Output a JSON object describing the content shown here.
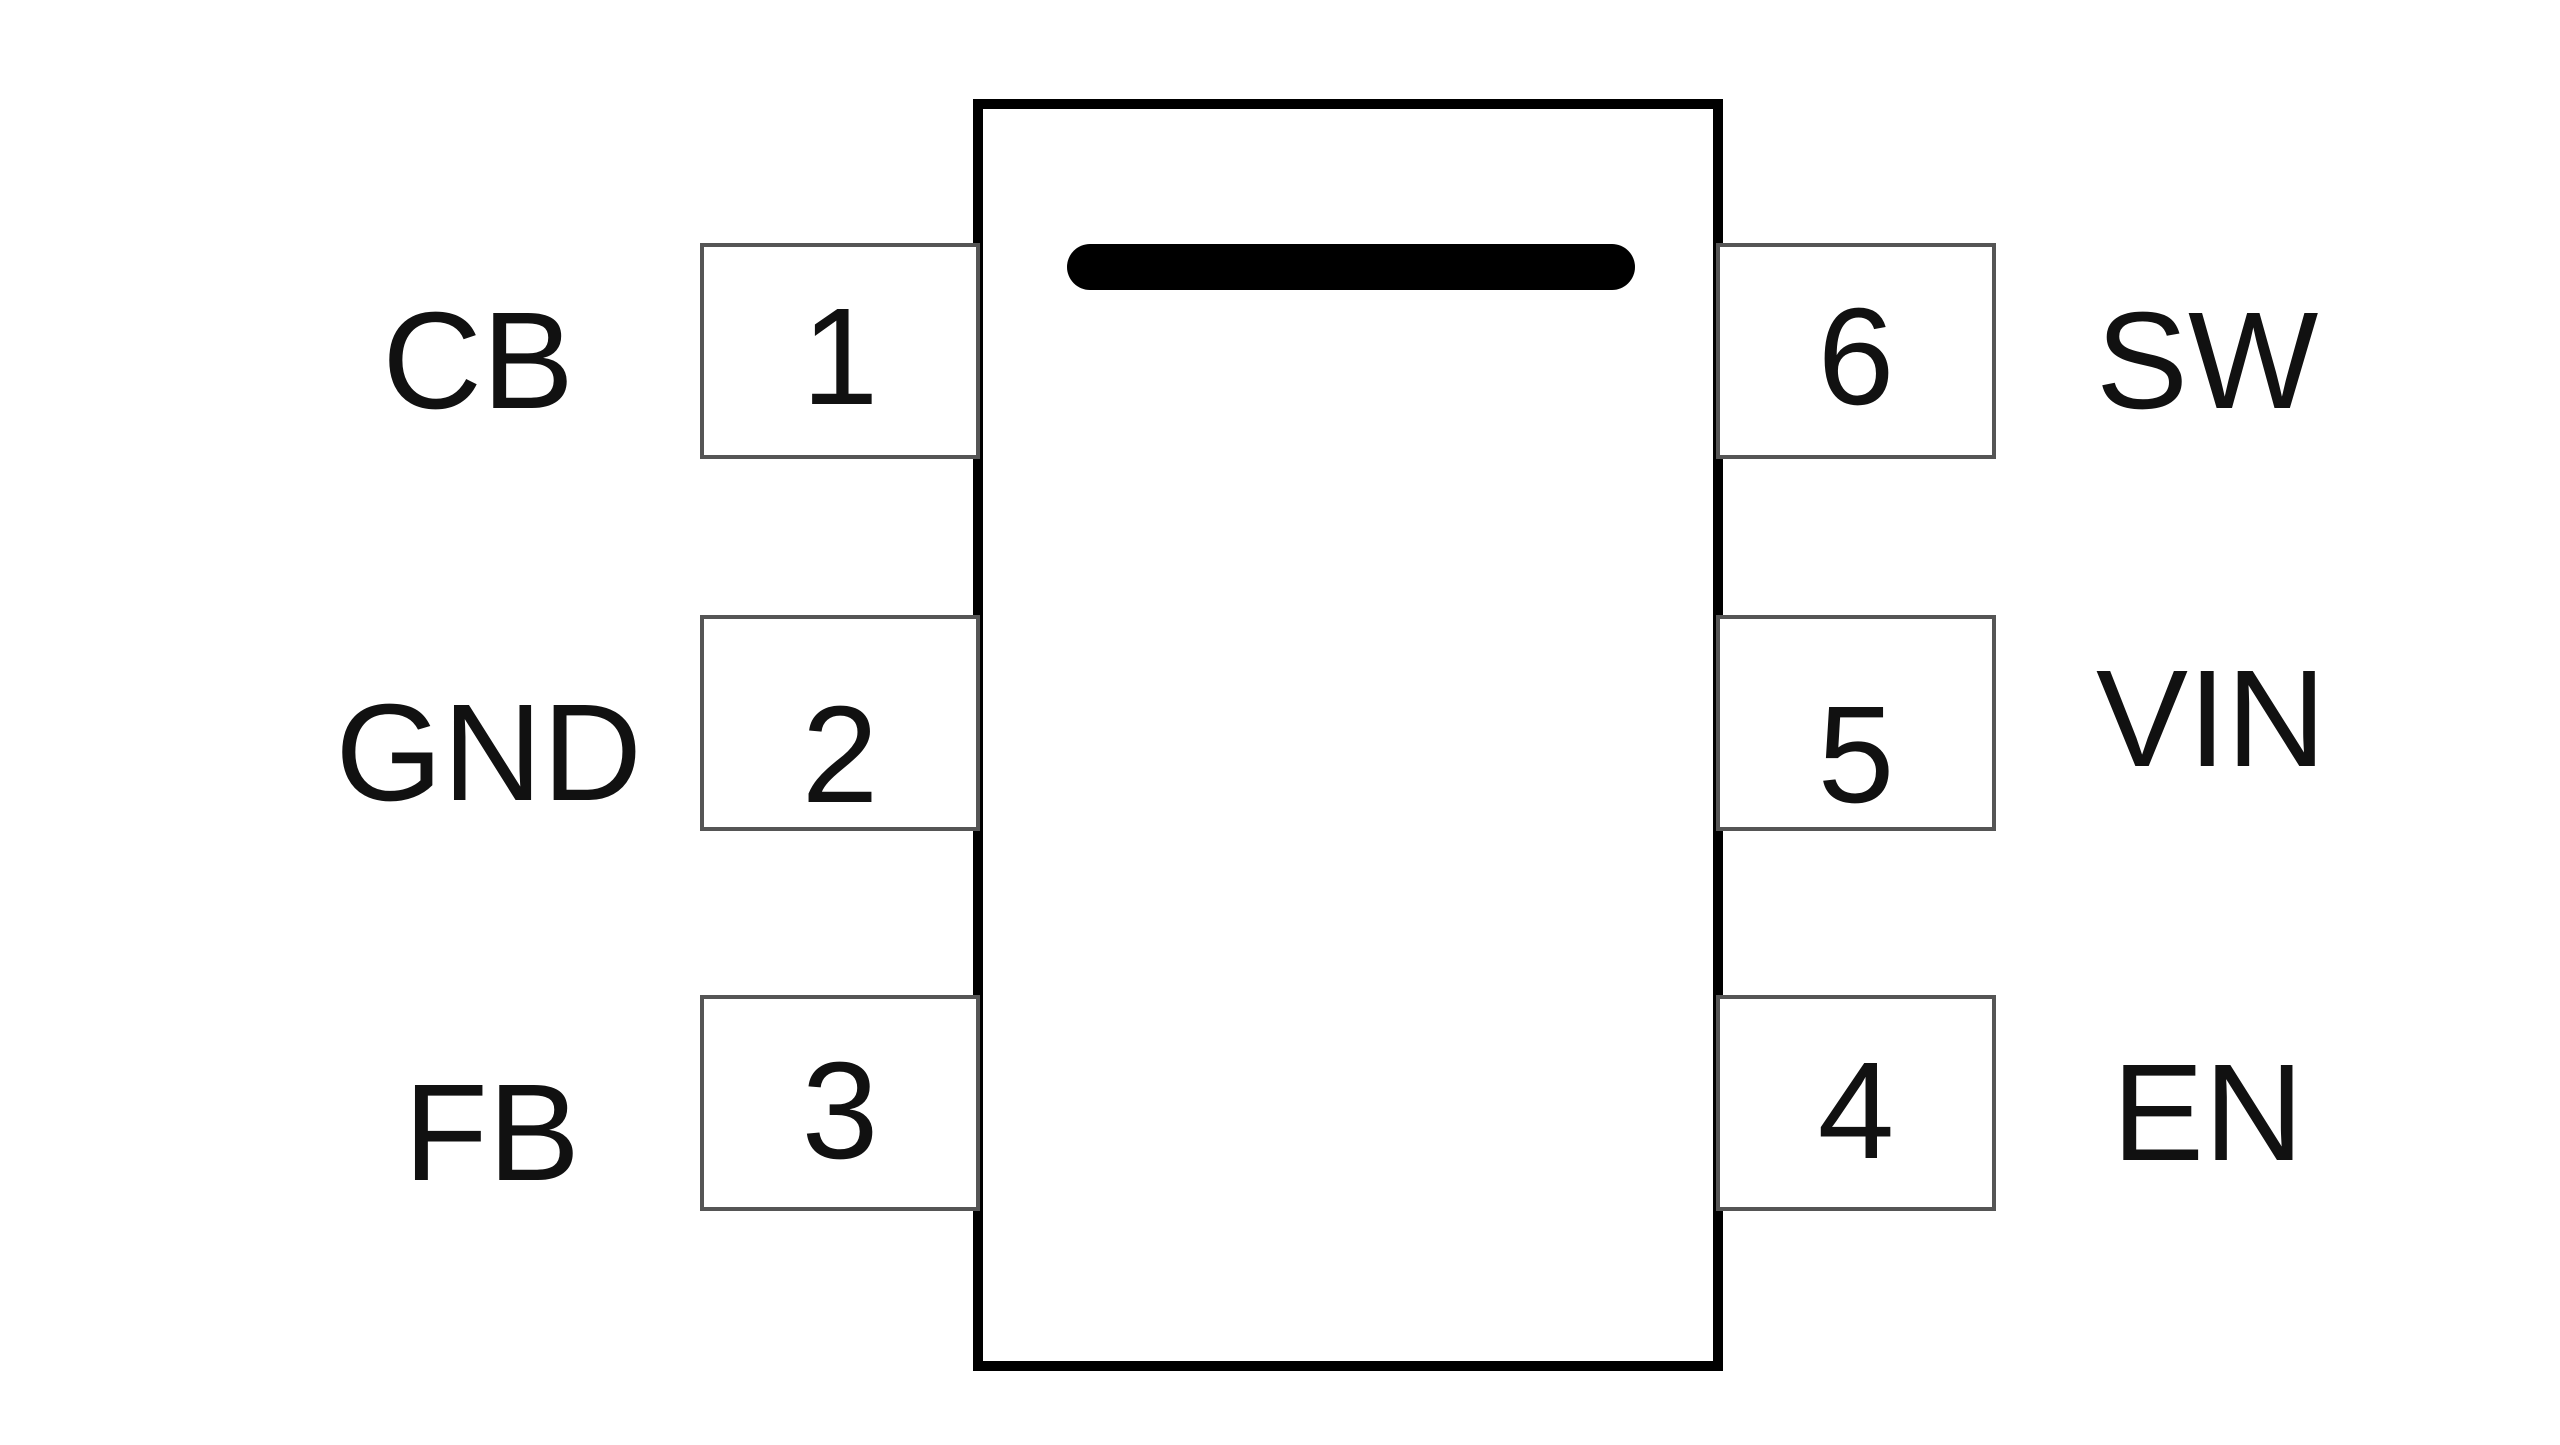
{
  "package": {
    "pins_left": [
      {
        "number": "1",
        "name": "CB"
      },
      {
        "number": "2",
        "name": "GND"
      },
      {
        "number": "3",
        "name": "FB"
      }
    ],
    "pins_right": [
      {
        "number": "6",
        "name": "SW"
      },
      {
        "number": "5",
        "name": "VIN"
      },
      {
        "number": "4",
        "name": "EN"
      }
    ]
  }
}
